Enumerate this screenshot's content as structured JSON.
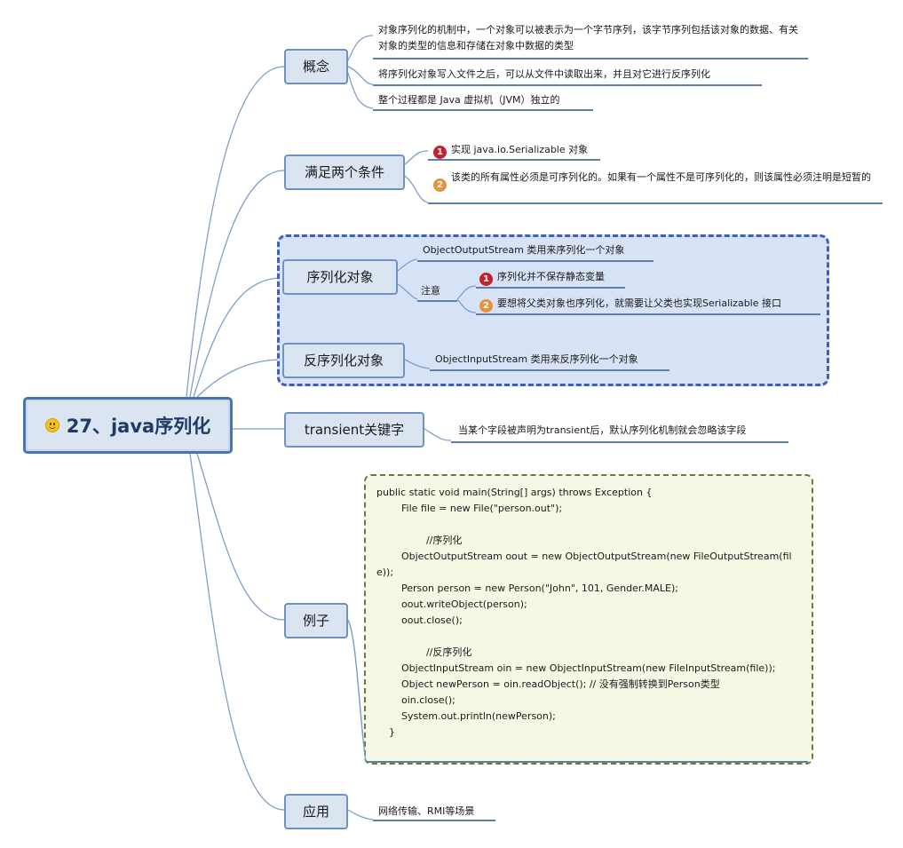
{
  "root": {
    "title": "27、java序列化",
    "icon": "smile-emoji-icon"
  },
  "colors": {
    "node_fill": "#dbe5f1",
    "node_border": "#6f93c0",
    "serial_group_fill": "#d8e2f7",
    "code_fill": "#f4f8e4",
    "badge_1": "#c0232b",
    "badge_2": "#e8923a"
  },
  "branches": {
    "concept": {
      "label": "概念",
      "items": [
        "对象序列化的机制中，一个对象可以被表示为一个字节序列，该字节序列包括该对象的数据、有关对象的类型的信息和存储在对象中数据的类型",
        "将序列化对象写入文件之后，可以从文件中读取出来，并且对它进行反序列化",
        "整个过程都是 Java 虚拟机（JVM）独立的"
      ]
    },
    "conditions": {
      "label": "满足两个条件",
      "items": [
        {
          "badge": "1",
          "text": "实现 java.io.Serializable 对象"
        },
        {
          "badge": "2",
          "text": "该类的所有属性必须是可序列化的。如果有一个属性不是可序列化的，则该属性必须注明是短暂的"
        }
      ]
    },
    "serialize": {
      "label": "序列化对象",
      "desc": "ObjectOutputStream 类用来序列化一个对象",
      "note_label": "注意",
      "notes": [
        {
          "badge": "1",
          "text": "序列化并不保存静态变量"
        },
        {
          "badge": "2",
          "text": "要想将父类对象也序列化，就需要让父类也实现Serializable 接口"
        }
      ]
    },
    "deserialize": {
      "label": "反序列化对象",
      "desc": "ObjectInputStream 类用来反序列化一个对象"
    },
    "transient": {
      "label": "transient关键字",
      "desc": "当某个字段被声明为transient后，默认序列化机制就会忽略该字段"
    },
    "example": {
      "label": "例子",
      "code": [
        "public static void main(String[] args) throws Exception {",
        "        File file = new File(\"person.out\");",
        "",
        "                //序列化",
        "        ObjectOutputStream oout = new ObjectOutputStream(new FileOutputStream(file));",
        "        Person person = new Person(\"John\", 101, Gender.MALE);",
        "        oout.writeObject(person);",
        "        oout.close();",
        "",
        "                //反序列化",
        "        ObjectInputStream oin = new ObjectInputStream(new FileInputStream(file));",
        "        Object newPerson = oin.readObject(); // 没有强制转换到Person类型",
        "        oin.close();",
        "        System.out.println(newPerson);",
        "    }"
      ]
    },
    "application": {
      "label": "应用",
      "desc": "网络传输、RMI等场景"
    }
  }
}
